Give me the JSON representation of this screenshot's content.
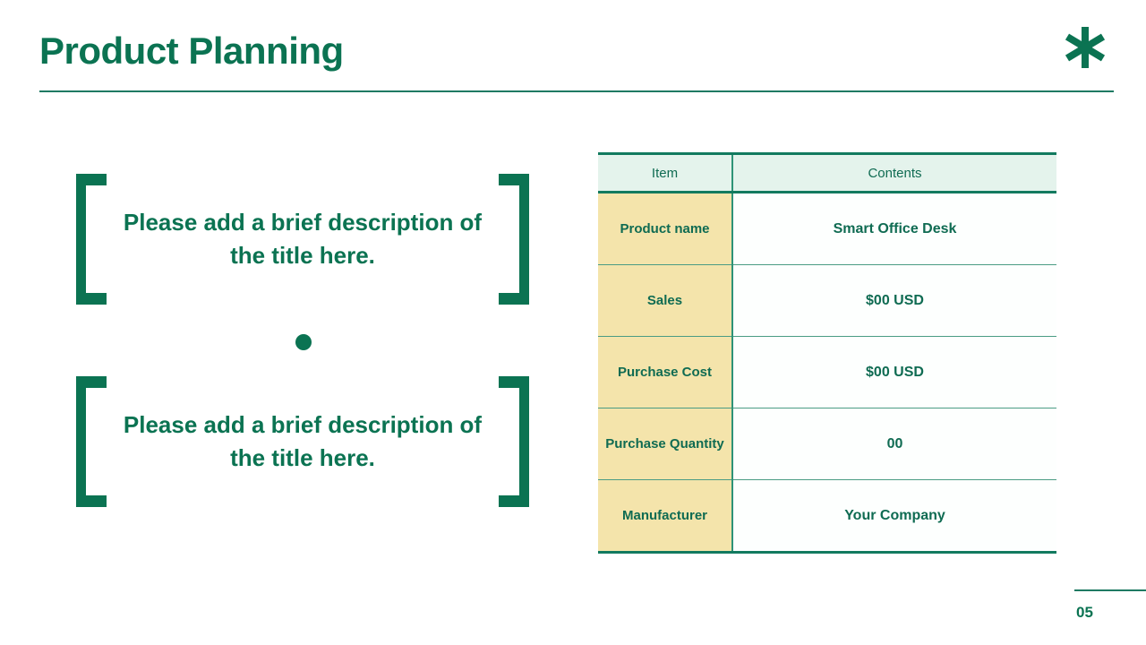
{
  "header": {
    "title": "Product Planning",
    "mark_icon": "asterisk-icon"
  },
  "left_panel": {
    "blocks": [
      {
        "text": "Please add a brief description of the title here."
      },
      {
        "text": "Please add a brief description of the title here."
      }
    ],
    "divider_icon": "dot-icon"
  },
  "table": {
    "columns": [
      "Item",
      "Contents"
    ],
    "rows": [
      {
        "item": "Product name",
        "contents": "Smart Office Desk"
      },
      {
        "item": "Sales",
        "contents": "$00 USD"
      },
      {
        "item": "Purchase Cost",
        "contents": "$00 USD"
      },
      {
        "item": "Purchase Quantity",
        "contents": "00"
      },
      {
        "item": "Manufacturer",
        "contents": "Your Company"
      }
    ]
  },
  "footer": {
    "page_number": "05"
  },
  "colors": {
    "brand_green": "#0b7352",
    "rule_green": "#1f7a63",
    "header_fill": "#e4f3ec",
    "item_fill": "#f4e4ab",
    "contents_fill": "#fdfffe",
    "border_green": "#127a5f"
  }
}
